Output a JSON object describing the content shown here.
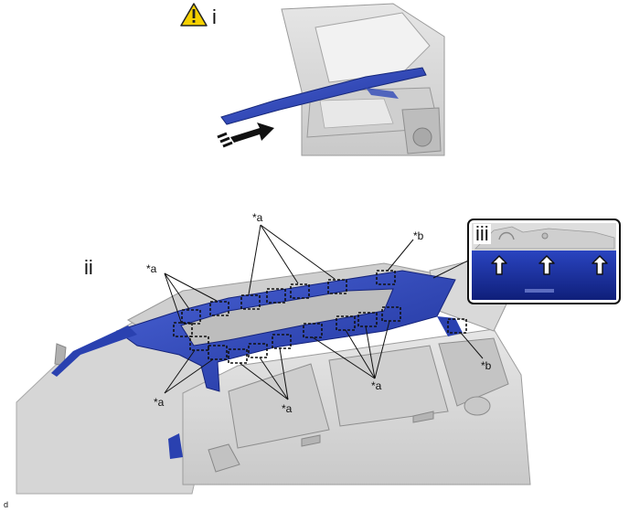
{
  "labels": {
    "view_i": "i",
    "view_ii": "ii",
    "view_iii": "iii",
    "callout_a": "*a",
    "callout_b": "*b",
    "code": "d"
  },
  "icons": {
    "warning": "warning-triangle-icon",
    "push_direction": "arrow-right-icon",
    "clip_direction": "arrow-up-icon"
  },
  "colors": {
    "roof_blue": "#2f48b8",
    "body_gray": "#d9d9d9",
    "warning_yellow": "#f5d000"
  }
}
